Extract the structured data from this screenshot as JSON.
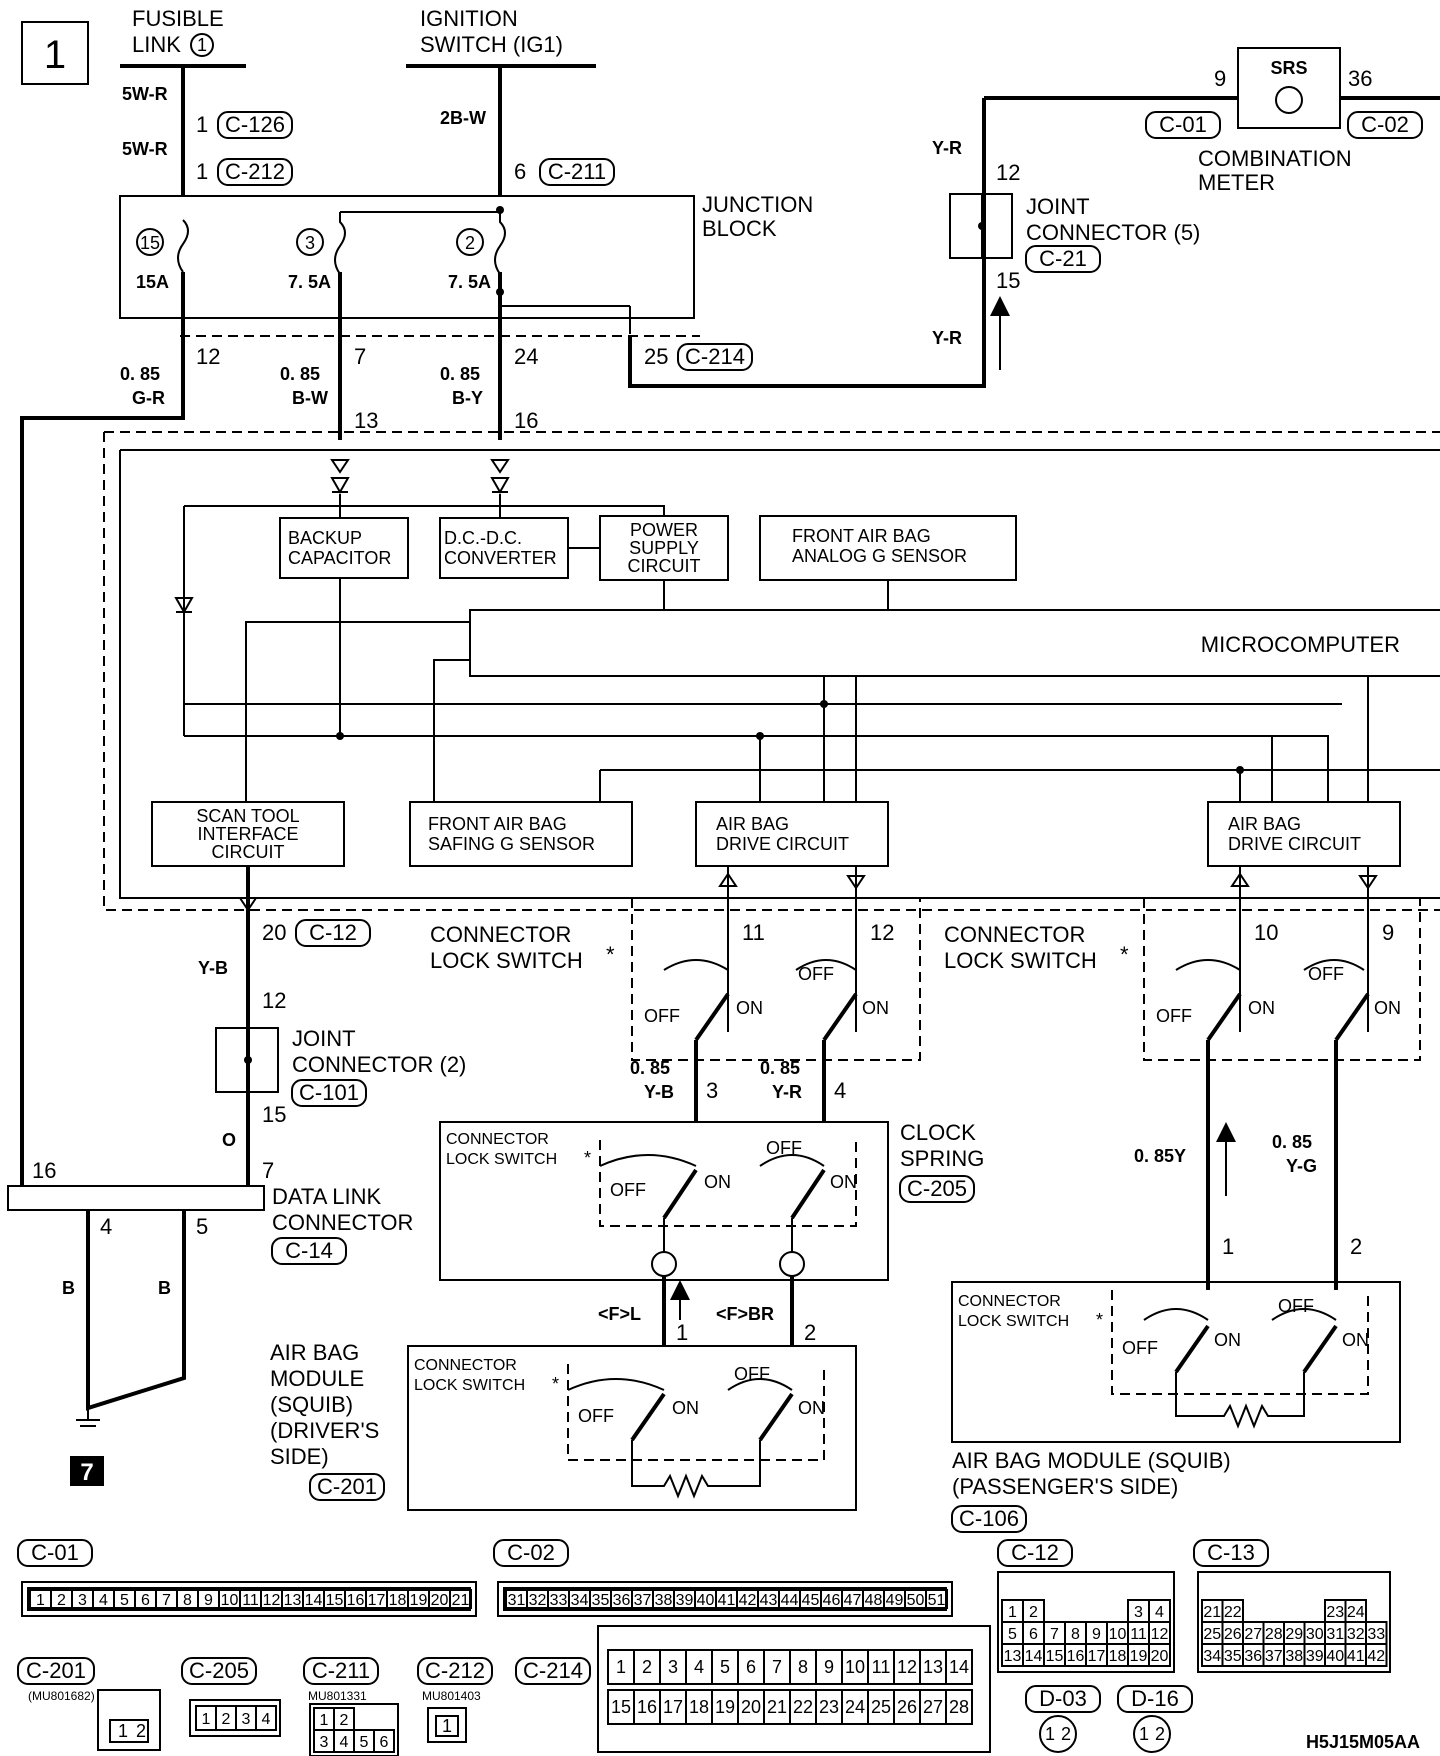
{
  "page_number": "1",
  "ground_ref": "7",
  "fusible_link": {
    "line1": "FUSIBLE",
    "line2": "LINK",
    "num": "1"
  },
  "ignition": {
    "line1": "IGNITION",
    "line2": "SWITCH (IG1)"
  },
  "srs": {
    "label": "SRS",
    "pin_left": "9",
    "pin_right": "36",
    "conn_left": "C-01",
    "conn_right": "C-02",
    "name1": "COMBINATION",
    "name2": "METER"
  },
  "wires": {
    "w5wr_a": "5W-R",
    "w5wr_b": "5W-R",
    "w2bw": "2B-W",
    "yr_a": "Y-R",
    "yr_b": "Y-R",
    "g_size": "0. 85",
    "g_color": "G-R",
    "bw_size": "0. 85",
    "bw_color": "B-W",
    "by_size": "0. 85",
    "by_color": "B-Y",
    "yb": "Y-B",
    "o": "O",
    "yb3_size": "0. 85",
    "yb3_color": "Y-B",
    "yr4_size": "0. 85",
    "yr4_color": "Y-R",
    "y_pass": "0. 85Y",
    "yg_size": "0. 85",
    "yg_color": "Y-G",
    "b_a": "B",
    "b_b": "B",
    "fl": "<F>L",
    "fbr": "<F>BR"
  },
  "pins": {
    "p1a": "1",
    "p1b": "1",
    "p6": "6",
    "p12": "12",
    "p15": "15",
    "p12jb": "12",
    "p7jb": "7",
    "p24": "24",
    "p25": "25",
    "p13": "13",
    "p16": "16",
    "p20": "20",
    "p12jc2": "12",
    "p15jc2": "15",
    "p16dlc": "16",
    "p7dlc": "7",
    "p4dlc": "4",
    "p5dlc": "5",
    "p11": "11",
    "p12sw": "12",
    "p10": "10",
    "p9": "9",
    "p3": "3",
    "p4": "4",
    "p1drv": "1",
    "p2drv": "2",
    "p1pass": "1",
    "p2pass": "2"
  },
  "connectors": {
    "c126": "C-126",
    "c212": "C-212",
    "c211": "C-211",
    "c21": "C-21",
    "c214": "C-214",
    "c12": "C-12",
    "c101": "C-101",
    "c14": "C-14",
    "c205": "C-205",
    "c201": "C-201",
    "c106": "C-106"
  },
  "junction_block": {
    "line1": "JUNCTION",
    "line2": "BLOCK",
    "fuse15_num": "15",
    "fuse15_amp": "15A",
    "fuse3_num": "3",
    "fuse3_amp": "7. 5A",
    "fuse2_num": "2",
    "fuse2_amp": "7. 5A"
  },
  "joint5": {
    "line1": "JOINT",
    "line2": "CONNECTOR (5)"
  },
  "joint2": {
    "line1": "JOINT",
    "line2": "CONNECTOR (2)"
  },
  "srs_ecu": {
    "backup_capacitor": [
      "BACKUP",
      "CAPACITOR"
    ],
    "dcdc": [
      "D.C.-D.C.",
      "CONVERTER"
    ],
    "power_supply": [
      "POWER",
      "SUPPLY",
      "CIRCUIT"
    ],
    "analog_sensor": [
      "FRONT AIR BAG",
      "ANALOG G SENSOR"
    ],
    "microcomputer": "MICROCOMPUTER",
    "scan_tool": [
      "SCAN TOOL",
      "INTERFACE",
      "CIRCUIT"
    ],
    "safing_sensor": [
      "FRONT AIR BAG",
      "SAFING G SENSOR"
    ],
    "drive1": [
      "AIR BAG",
      "DRIVE CIRCUIT"
    ],
    "drive2": [
      "AIR BAG",
      "DRIVE CIRCUIT"
    ]
  },
  "switch": {
    "lock_large": [
      "CONNECTOR",
      "LOCK SWITCH"
    ],
    "lock_small": [
      "CONNECTOR",
      "LOCK SWITCH"
    ],
    "star": "*",
    "off": "OFF",
    "on": "ON"
  },
  "data_link": {
    "line1": "DATA LINK",
    "line2": "CONNECTOR"
  },
  "clock_spring": {
    "line1": "CLOCK",
    "line2": "SPRING"
  },
  "driver_module": [
    "AIR BAG",
    "MODULE",
    "(SQUIB)",
    "(DRIVER'S",
    "SIDE)"
  ],
  "passenger_module": [
    "AIR BAG MODULE (SQUIB)",
    "(PASSENGER'S SIDE)"
  ],
  "connector_views": {
    "c01": {
      "label": "C-01",
      "pins": [
        "1",
        "2",
        "3",
        "4",
        "5",
        "6",
        "7",
        "8",
        "9",
        "10",
        "11",
        "12",
        "13",
        "14",
        "15",
        "16",
        "17",
        "18",
        "19",
        "20",
        "21"
      ]
    },
    "c02": {
      "label": "C-02",
      "pins": [
        "31",
        "32",
        "33",
        "34",
        "35",
        "36",
        "37",
        "38",
        "39",
        "40",
        "41",
        "42",
        "43",
        "44",
        "45",
        "46",
        "47",
        "48",
        "49",
        "50",
        "51"
      ]
    },
    "c12": {
      "label": "C-12",
      "row1": [
        "1",
        "2",
        "",
        "",
        "",
        "",
        "3",
        "4"
      ],
      "row2": [
        "5",
        "6",
        "7",
        "8",
        "9",
        "10",
        "11",
        "12"
      ],
      "row3": [
        "13",
        "14",
        "15",
        "16",
        "17",
        "18",
        "19",
        "20"
      ]
    },
    "c13": {
      "label": "C-13",
      "row1": [
        "21",
        "22",
        "",
        "",
        "",
        "",
        "23",
        "24"
      ],
      "row2": [
        "25",
        "26",
        "27",
        "28",
        "29",
        "30",
        "31",
        "32",
        "33"
      ],
      "row3": [
        "34",
        "35",
        "36",
        "37",
        "38",
        "39",
        "40",
        "41",
        "42"
      ]
    },
    "c201": {
      "label": "C-201",
      "part": "(MU801682)",
      "pins": [
        "1",
        "2"
      ]
    },
    "c205": {
      "label": "C-205",
      "pins": [
        "1",
        "2",
        "3",
        "4"
      ]
    },
    "c211": {
      "label": "C-211",
      "part": "MU801331",
      "row1": [
        "1",
        "2"
      ],
      "row2": [
        "3",
        "4",
        "5",
        "6"
      ]
    },
    "c212": {
      "label": "C-212",
      "part": "MU801403",
      "pins": [
        "1"
      ]
    },
    "c214": {
      "label": "C-214",
      "row1": [
        "1",
        "2",
        "3",
        "4",
        "5",
        "6",
        "7",
        "8",
        "9",
        "10",
        "11",
        "12",
        "13",
        "14"
      ],
      "row2": [
        "15",
        "16",
        "17",
        "18",
        "19",
        "20",
        "21",
        "22",
        "23",
        "24",
        "25",
        "26",
        "27",
        "28"
      ]
    },
    "d03": {
      "label": "D-03",
      "pins": [
        "1",
        "2"
      ]
    },
    "d16": {
      "label": "D-16",
      "pins": [
        "1",
        "2"
      ]
    }
  },
  "diagram_code": "H5J15M05AA"
}
